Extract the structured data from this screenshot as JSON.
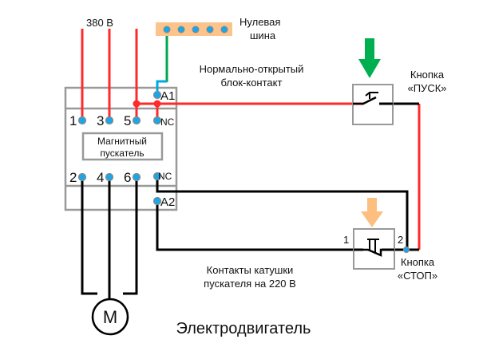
{
  "labels": {
    "voltage": "380 В",
    "neutral_bus_line1": "Нулевая",
    "neutral_bus_line2": "шина",
    "aux_contact_line1": "Нормально-открытый",
    "aux_contact_line2": "блок-контакт",
    "start_button_line1": "Кнопка",
    "start_button_line2": "«ПУСК»",
    "stop_button_line1": "Кнопка",
    "stop_button_line2": "«СТОП»",
    "stop_terminal_1": "1",
    "stop_terminal_2": "2",
    "coil_contacts_line1": "Контакты катушки",
    "coil_contacts_line2": "пускателя на 220 В",
    "motor_symbol": "М",
    "motor": "Электродвигатель"
  },
  "starter": {
    "title_line1": "Магнитный",
    "title_line2": "пускатель",
    "top_terminals": [
      "1",
      "3",
      "5",
      "NC"
    ],
    "bottom_terminals": [
      "2",
      "4",
      "6",
      "NC"
    ],
    "coil_top": "A1",
    "coil_bottom": "A2"
  },
  "colors": {
    "phase": "#ff2a2a",
    "neutral_wire": "#00a650",
    "coil_wire": "#00a8e8",
    "terminal": "#1aa7e8",
    "bus": "#fcc38c",
    "start_arrow": "#00b050",
    "stop_arrow": "#fdbf80",
    "box": "#999999"
  }
}
